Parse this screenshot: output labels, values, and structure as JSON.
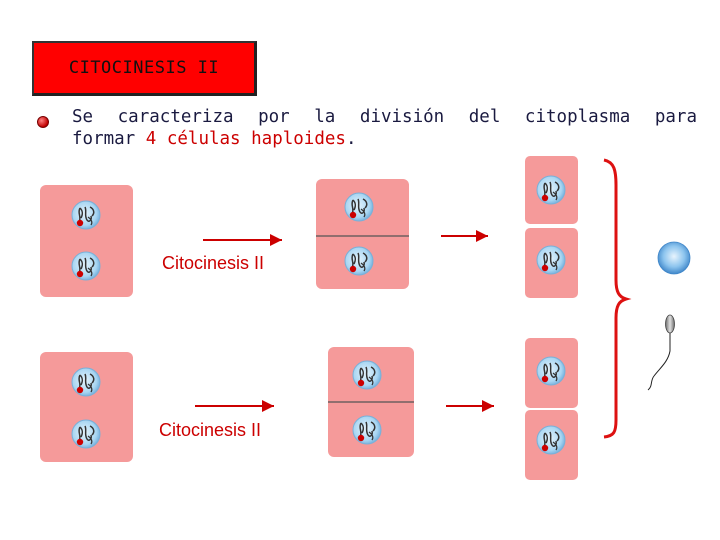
{
  "title": "CITOCINESIS II",
  "description": {
    "line1": "Se caracteriza por la división del citoplasma para",
    "line2_prefix": "formar ",
    "line2_highlight": "4 células haploides",
    "line2_suffix": "."
  },
  "labels": {
    "top_process": "Citocinesis II",
    "bottom_process": "Citocinesis II"
  },
  "icons": {
    "bullet": "round-bullet-icon",
    "egg": "ovule-icon",
    "sperm": "sperm-icon"
  },
  "colors": {
    "cell": "#f59a9a",
    "nucleus": "#a9d6f2",
    "accent_red": "#cc0000",
    "title_bg": "#ff0000",
    "egg": "#6ab0e6"
  }
}
